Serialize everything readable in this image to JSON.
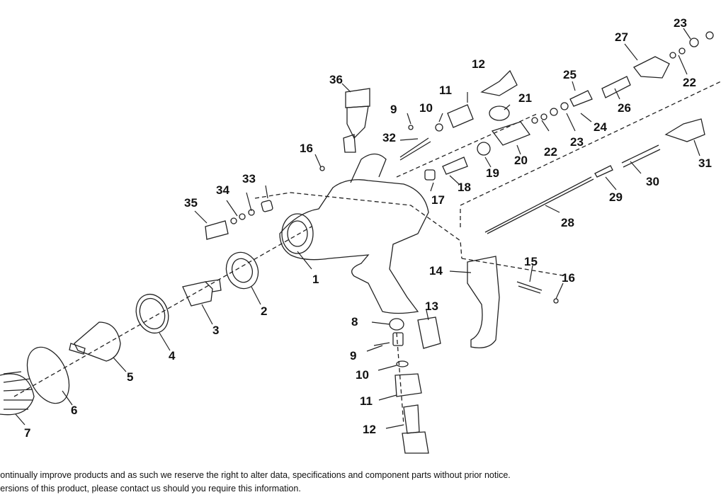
{
  "diagram": {
    "part_labels": [
      "1",
      "2",
      "3",
      "4",
      "5",
      "6",
      "7",
      "8",
      "9",
      "10",
      "11",
      "12",
      "13",
      "14",
      "15",
      "16",
      "17",
      "18",
      "19",
      "20",
      "21",
      "22",
      "23",
      "24",
      "25",
      "26",
      "27",
      "28",
      "29",
      "30",
      "31",
      "32",
      "33",
      "34",
      "35",
      "36",
      "9",
      "10",
      "11",
      "12",
      "16",
      "22",
      "23"
    ]
  },
  "footer": {
    "line1": "continually improve products and as such we reserve the right to alter data, specifications and component parts without prior notice.",
    "line2": "versions of this product, please contact us should you require this information."
  }
}
